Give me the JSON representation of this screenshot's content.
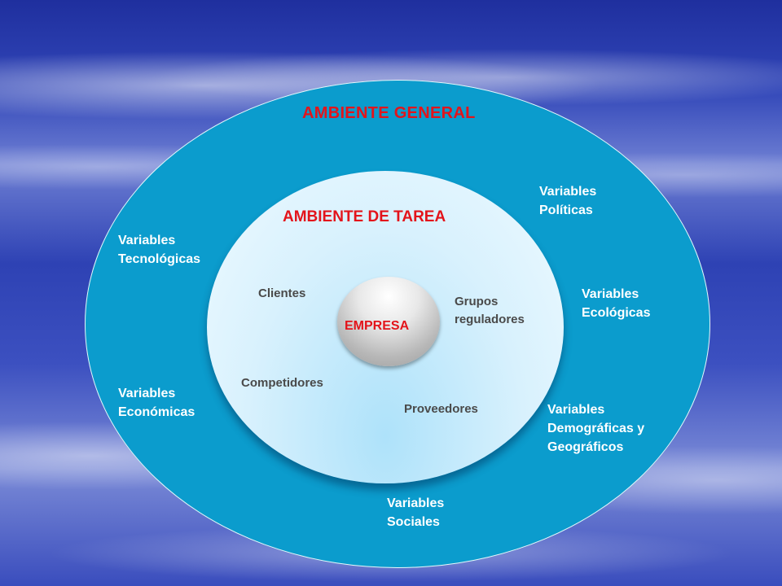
{
  "titles": {
    "general": "AMBIENTE GENERAL",
    "tarea": "AMBIENTE DE TAREA",
    "empresa": "EMPRESA"
  },
  "outer_variables": {
    "politicas": "Variables\nPolíticas",
    "tecnologicas": "Variables\nTecnológicas",
    "ecologicas": "Variables\nEcológicas",
    "economicas": "Variables\nEconómicas",
    "demograficas": "Variables\nDemográficas y\nGeográficos",
    "sociales": "Variables\nSociales"
  },
  "task_elements": {
    "clientes": "Clientes",
    "grupos": "Grupos\nreguladores",
    "competidores": "Competidores",
    "proveedores": "Proveedores"
  },
  "colors": {
    "title_red": "#e3141b",
    "outer_ring": "#0b9ccd",
    "inner_ring": "#d8f1fd",
    "core": "#b8b8b8"
  }
}
